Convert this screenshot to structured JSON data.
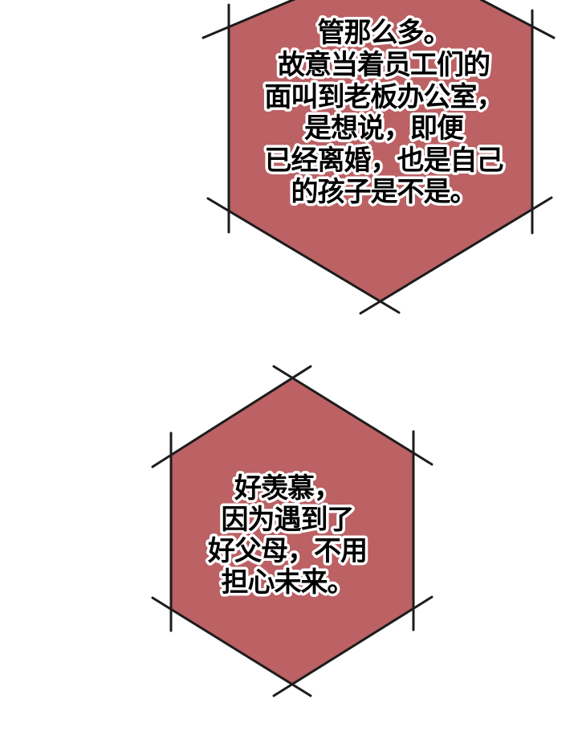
{
  "page": {
    "background": "#ffffff",
    "type": "comic-panel"
  },
  "colors": {
    "bubble_fill": "#bc6164",
    "line": "#1c1c1c",
    "text_fill": "#000000",
    "text_outline": "#ffffff"
  },
  "bubbles": [
    {
      "id": "top",
      "shape": "hexagon",
      "fill": "#bc6164",
      "lines": [
        "管那么多。",
        "故意当着员工们的",
        "面叫到老板办公室，",
        "是想说，即便",
        "已经离婚，也是自己",
        "的孩子是不是。"
      ]
    },
    {
      "id": "bottom",
      "shape": "hexagon",
      "fill": "#bc6164",
      "lines": [
        "好羡慕，",
        "因为遇到了",
        "好父母，不用",
        "担心未来。"
      ]
    }
  ]
}
